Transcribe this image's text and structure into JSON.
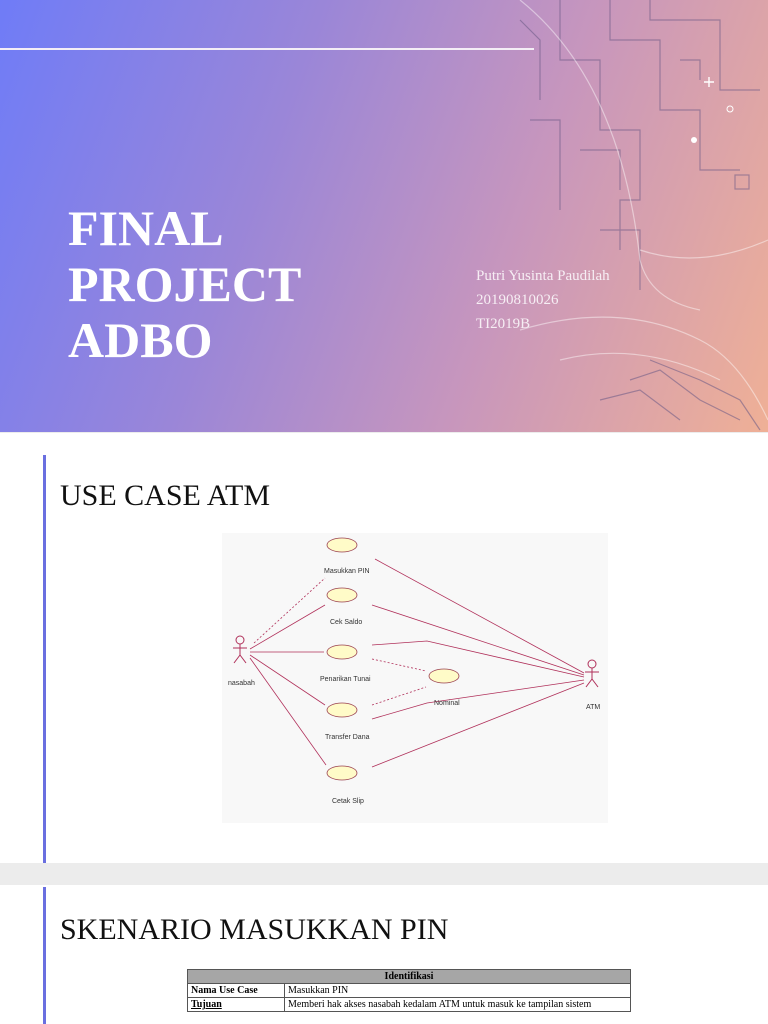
{
  "slide1": {
    "title_lines": [
      "FINAL",
      "PROJECT",
      "ADBO"
    ],
    "author": "Putri Yusinta Paudilah",
    "nim": "20190810026",
    "class": "TI2019B"
  },
  "slide2": {
    "title": "USE CASE ATM",
    "diagram": {
      "actor_left": "nasabah",
      "actor_right": "ATM",
      "use_cases": [
        "Masukkan PIN",
        "Cek Saldo",
        "Penarikan Tunai",
        "Transfer Dana",
        "Cetak Slip"
      ],
      "included": "Nominal"
    }
  },
  "slide3": {
    "title": "SKENARIO MASUKKAN PIN",
    "table": {
      "header": "Identifikasi",
      "rows": [
        {
          "label": "Nama Use Case",
          "value": "Masukkan PIN"
        },
        {
          "label": "Tujuan",
          "value": "Memberi hak akses nasabah kedalam ATM untuk masuk ke tampilan sistem"
        }
      ]
    }
  }
}
